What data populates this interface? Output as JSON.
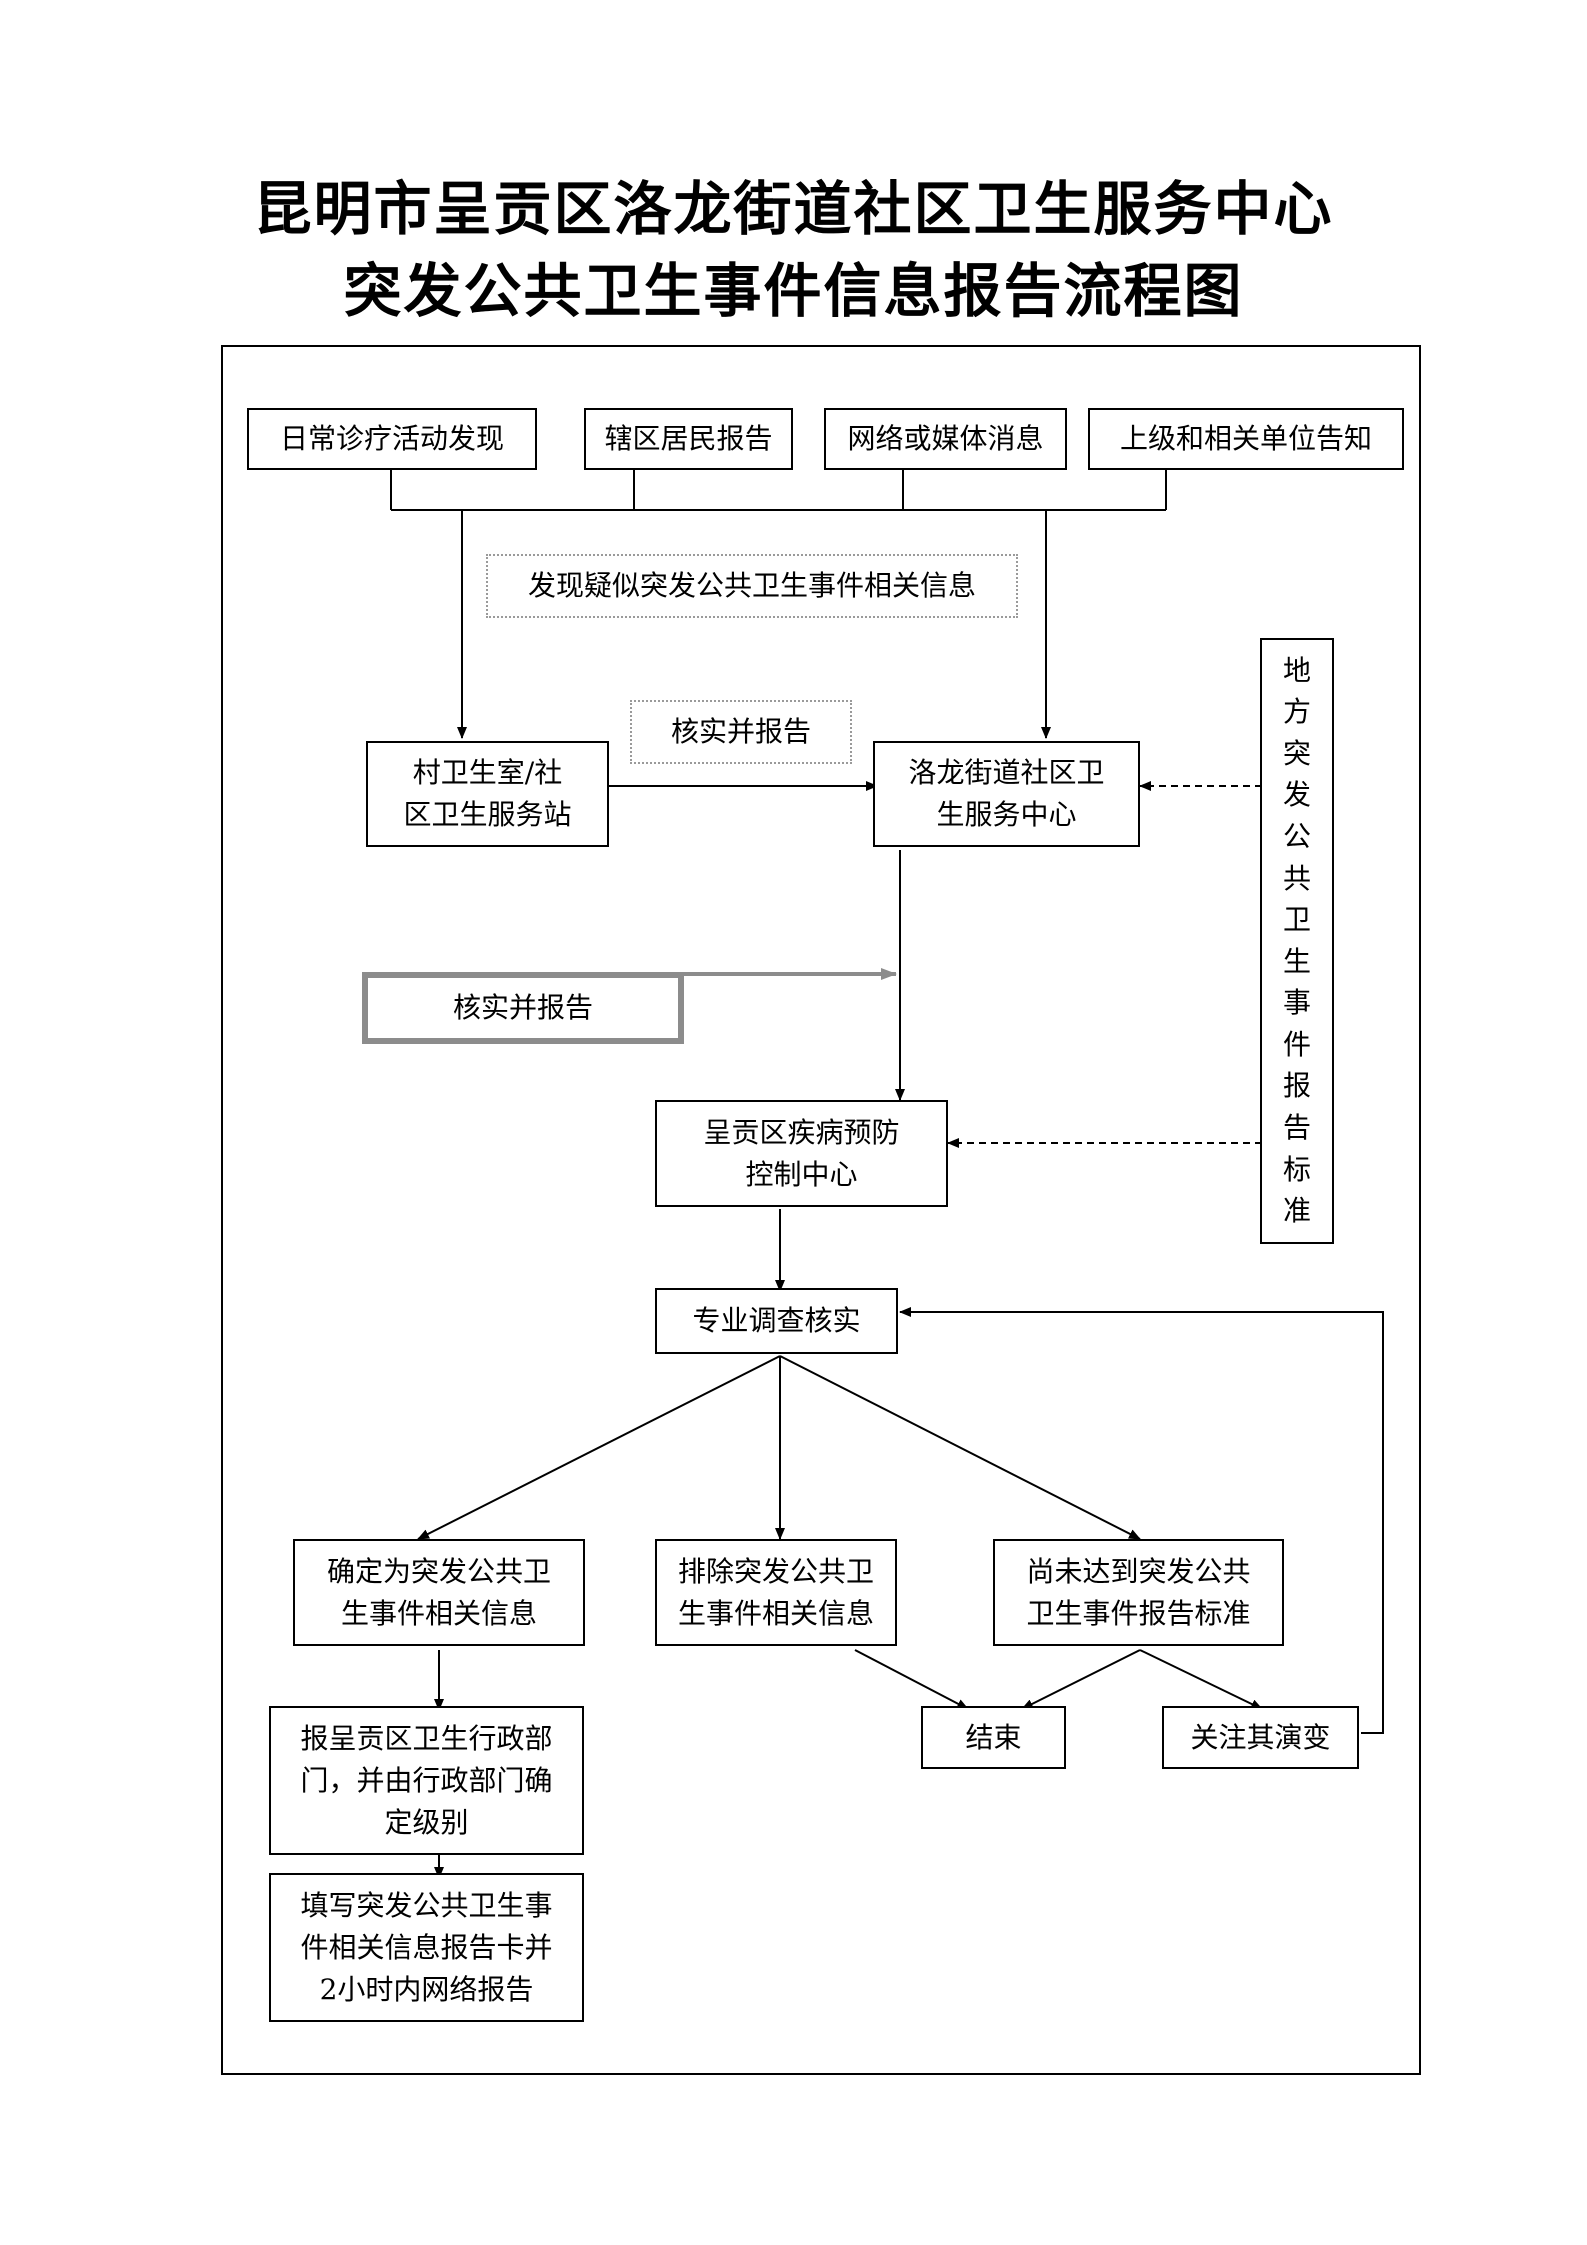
{
  "title": {
    "line1": "昆明市呈贡区洛龙街道社区卫生服务中心",
    "line2": "突发公共卫生事件信息报告流程图"
  },
  "sources": [
    "日常诊疗活动发现",
    "辖区居民报告",
    "网络或媒体消息",
    "上级和相关单位告知"
  ],
  "notes": {
    "discover": "发现疑似突发公共卫生事件相关信息",
    "verify_report_1": "核实并报告",
    "verify_report_2": "核实并报告"
  },
  "nodes": {
    "village_station": "村卫生室/社区卫生服务站",
    "center": "洛龙街道社区卫生服务中心",
    "cdc": "呈贡区疾病预防控制中心",
    "investigate": "专业调查核实",
    "confirmed": "确定为突发公共卫生事件相关信息",
    "excluded": "排除突发公共卫生事件相关信息",
    "not_reached": "尚未达到突发公共卫生事件报告标准",
    "report_admin": "报呈贡区卫生行政部门，并由行政部门确定级别",
    "fill_card": "填写突发公共卫生事件相关信息报告卡并2小时内网络报告",
    "end": "结束",
    "watch": "关注其演变"
  },
  "side_standard": [
    "地",
    "方",
    "突",
    "发",
    "公",
    "共",
    "卫",
    "生",
    "事",
    "件",
    "报",
    "告",
    "标",
    "准"
  ]
}
